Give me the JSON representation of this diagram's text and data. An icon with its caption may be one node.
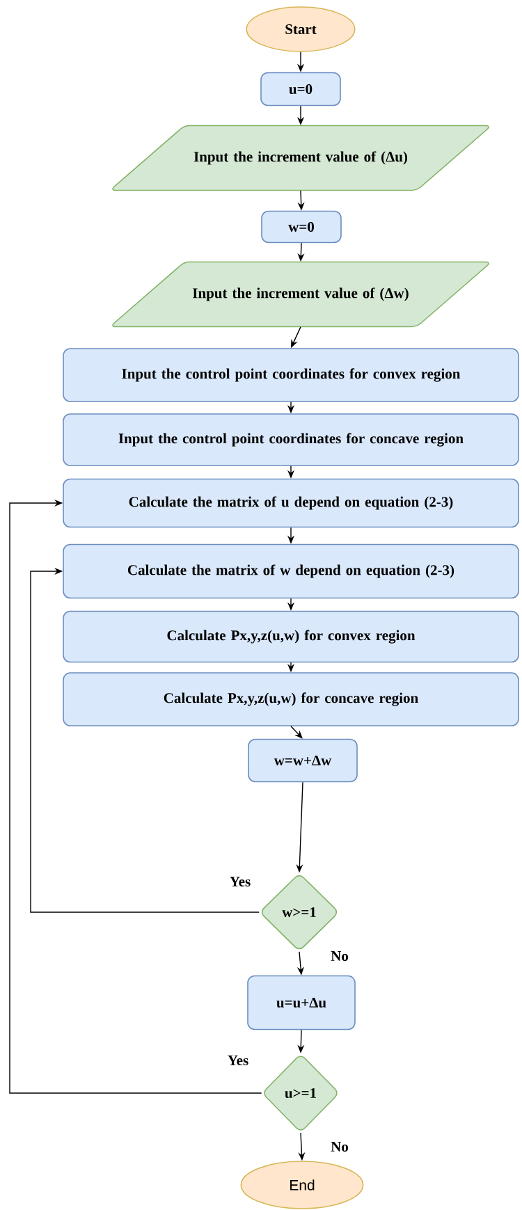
{
  "diagram": {
    "nodes": [
      {
        "text": [
          "Start"
        ]
      },
      {
        "text": [
          "u=0"
        ]
      },
      {
        "text": [
          "Input the increment value of (Δu)"
        ]
      },
      {
        "text": [
          "w=0"
        ]
      },
      {
        "text": [
          "Input the increment value of (Δw)"
        ]
      },
      {
        "text": [
          "Input the control point coordinates for convex region"
        ]
      },
      {
        "text": [
          "Input the control point coordinates for concave region"
        ]
      },
      {
        "text": [
          "Calculate the matrix of u depend on equation (2-3)"
        ]
      },
      {
        "text": [
          "Calculate the matrix of w depend on equation (2-3)"
        ]
      },
      {
        "text": [
          "Calculate Px,y,z(u,w) for convex region"
        ]
      },
      {
        "text": [
          "Calculate Px,y,z(u,w) for concave region"
        ]
      },
      {
        "text": [
          "w=w+Δw"
        ]
      },
      {
        "text": [
          "w>=1"
        ]
      },
      {
        "text": [
          "u=u+Δu"
        ]
      },
      {
        "text": [
          "u>=1"
        ]
      },
      {
        "text": [
          "End"
        ]
      }
    ],
    "edges": [
      {
        "from": 0,
        "to": 1,
        "arrow": "to"
      },
      {
        "from": 1,
        "to": 2,
        "arrow": "to"
      },
      {
        "from": 2,
        "to": 3,
        "arrow": "to"
      },
      {
        "from": 3,
        "to": 4,
        "arrow": "to"
      },
      {
        "from": 4,
        "to": 5,
        "arrow": "to"
      },
      {
        "from": 5,
        "to": 6,
        "arrow": "to"
      },
      {
        "from": 6,
        "to": 7,
        "arrow": "to"
      },
      {
        "from": 7,
        "to": 8,
        "arrow": "to"
      },
      {
        "from": 8,
        "to": 9,
        "arrow": "to"
      },
      {
        "from": 9,
        "to": 10,
        "arrow": "to"
      },
      {
        "from": 10,
        "to": 11,
        "arrow": "to"
      },
      {
        "from": 11,
        "to": 12,
        "arrow": "to"
      },
      {
        "from": 12,
        "to": 13,
        "arrow": "to",
        "label": "No"
      },
      {
        "from": 12,
        "to": 8,
        "arrow": "to",
        "label": "Yes"
      },
      {
        "from": 13,
        "to": 14,
        "arrow": "to"
      },
      {
        "from": 14,
        "to": 15,
        "arrow": "to",
        "label": "No"
      },
      {
        "from": 14,
        "to": 7,
        "arrow": "to",
        "label": "Yes"
      }
    ]
  }
}
